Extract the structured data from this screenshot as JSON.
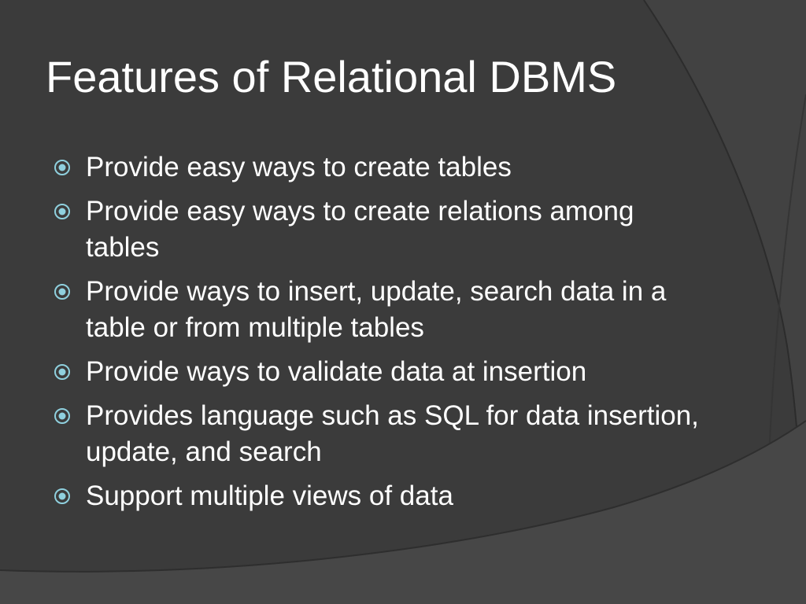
{
  "slide": {
    "title": "Features of Relational DBMS",
    "bullets": [
      "Provide easy ways to create tables",
      "Provide easy ways to create relations among tables",
      "Provide ways to insert, update, search data in a table or from multiple tables",
      "Provide ways to validate data at insertion",
      "Provides language such as SQL for data insertion, update, and search",
      "Support multiple views of data"
    ]
  },
  "colors": {
    "background": "#3b3b3b",
    "arc_panel": "#424242",
    "bottom_band": "#474747",
    "text": "#ffffff",
    "bullet_accent": "#8fd0de"
  },
  "icons": {
    "bullet": "target-circle-icon"
  }
}
